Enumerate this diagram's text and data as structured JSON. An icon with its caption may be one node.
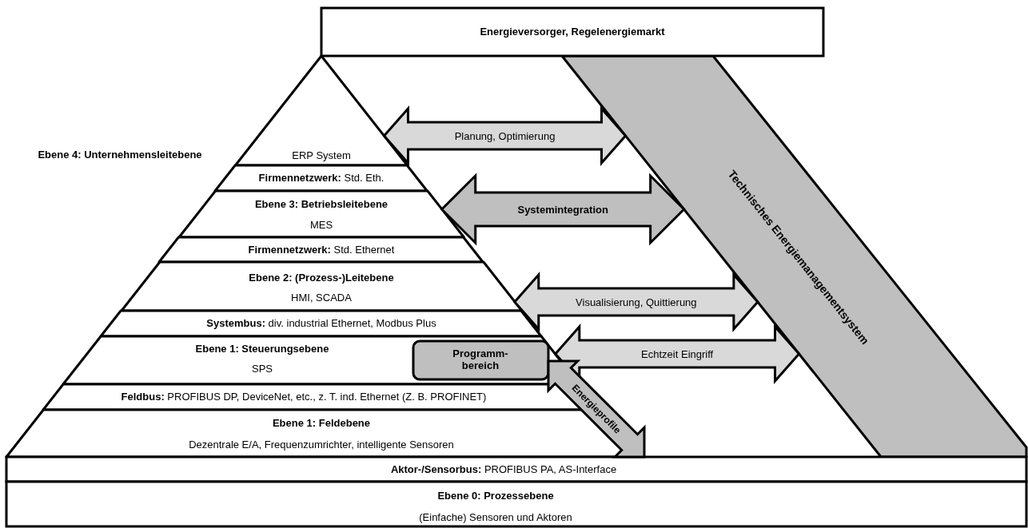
{
  "diagram": {
    "nodes": [
      {
        "text": [
          "Energieversorger, Regelenergiemarkt"
        ]
      },
      {
        "text": [
          "ERP System"
        ]
      },
      {
        "text": [
          "**Firmennetzwerk:** Std. Eth."
        ]
      },
      {
        "text": [
          "Ebene 3: Betriebsleitebene",
          "MES"
        ]
      },
      {
        "text": [
          "**Firmennetzwerk:** Std. Ethernet"
        ]
      },
      {
        "text": [
          "Ebene 2: (Prozess-)Leitebene",
          "HMI, SCADA"
        ]
      },
      {
        "text": [
          "**Systembus:** div. industrial Ethernet, Modbus Plus"
        ]
      },
      {
        "text": [
          "Ebene 1: Steuerungsebene",
          "SPS"
        ]
      },
      {
        "text": [
          "Programm- bereich"
        ],
        "in": 7
      },
      {
        "text": [
          "**Feldbus:** PROFIBUS DP, DeviceNet, etc., z. T. ind. Ethernet (Z. B. PROFINET)"
        ]
      },
      {
        "text": [
          "Ebene 1: Feldebene",
          "Dezentrale E/A, Frequenzumrichter, intelligente Sensoren"
        ]
      },
      {
        "text": [
          "**Aktor-/Sensorbus:** PROFIBUS PA, AS-Interface"
        ]
      },
      {
        "text": [
          "Ebene 0: Prozessebene",
          "(Einfache) Sensoren und Aktoren"
        ]
      },
      {
        "text": [
          "Technisches Energiemanagementsystem"
        ]
      }
    ],
    "edges": [
      {
        "from": 1,
        "to": 13,
        "arrow": "both",
        "label": "Planung, Optimierung"
      },
      {
        "from": 3,
        "to": 13,
        "arrow": "both",
        "label": "Systemintegration",
        "style": "thick",
        "color": "#bfbfbf"
      },
      {
        "from": 5,
        "to": 13,
        "arrow": "both",
        "label": "Visualisierung, Quittierung"
      },
      {
        "from": 7,
        "to": 13,
        "arrow": "both",
        "label": "Echtzeit Eingriff"
      },
      {
        "from": 8,
        "to": 11,
        "arrow": "both",
        "label": "Energieprofile",
        "style": "thick",
        "color": "#bfbfbf"
      }
    ],
    "labels": [
      "Ebene 4: Unternehmensleitebene"
    ]
  }
}
